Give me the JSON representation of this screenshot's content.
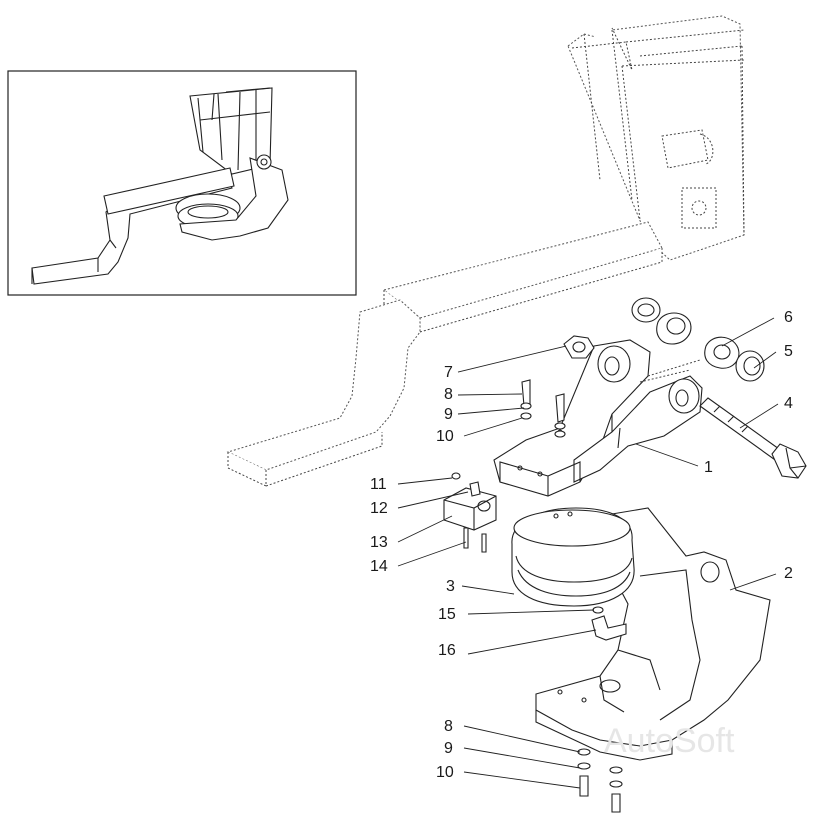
{
  "watermark": "AutoSoft",
  "callouts": [
    {
      "id": "c6",
      "text": "6"
    },
    {
      "id": "c5",
      "text": "5"
    },
    {
      "id": "c4",
      "text": "4"
    },
    {
      "id": "c7",
      "text": "7"
    },
    {
      "id": "c8a",
      "text": "8"
    },
    {
      "id": "c9a",
      "text": "9"
    },
    {
      "id": "c10a",
      "text": "10"
    },
    {
      "id": "c1",
      "text": "1"
    },
    {
      "id": "c11",
      "text": "11"
    },
    {
      "id": "c12",
      "text": "12"
    },
    {
      "id": "c13",
      "text": "13"
    },
    {
      "id": "c14",
      "text": "14"
    },
    {
      "id": "c2",
      "text": "2"
    },
    {
      "id": "c3",
      "text": "3"
    },
    {
      "id": "c15",
      "text": "15"
    },
    {
      "id": "c16",
      "text": "16"
    },
    {
      "id": "c8b",
      "text": "8"
    },
    {
      "id": "c9b",
      "text": "9"
    },
    {
      "id": "c10b",
      "text": "10"
    }
  ]
}
